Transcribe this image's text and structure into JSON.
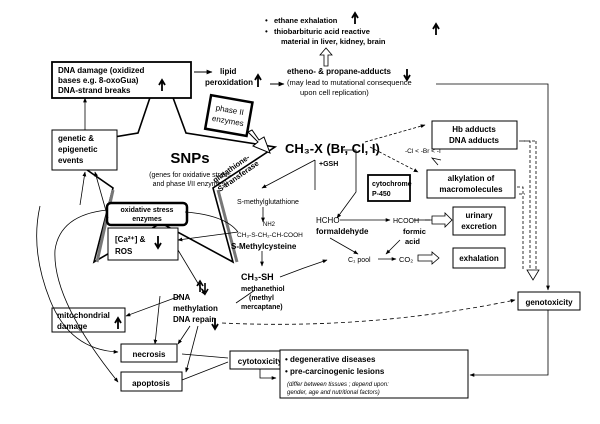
{
  "top_effects": [
    "ethane exhalation",
    "thiobarbituric acid reactive",
    "material in liver, kidney, brain"
  ],
  "dna_damage": [
    "DNA damage (oxidized",
    "bases e.g. 8-oxoGua)",
    "DNA-strand breaks"
  ],
  "lipid_peroxidation": [
    "lipid",
    "peroxidation"
  ],
  "etheno": [
    "etheno- & propane-adducts",
    "(may lead to mutational consequence",
    "upon cell replication)"
  ],
  "phase2": [
    "phase II",
    "enzymes"
  ],
  "glutathione_transferase": [
    "glutathione-",
    "S-transferase"
  ],
  "compound": "CH₃-X (Br, Cl, I)",
  "snps_title": "SNPs",
  "snps_sub": [
    "(genes for oxidative stress",
    "and phase I/II enzymes)"
  ],
  "genetic": [
    "genetic &",
    "epigenetic",
    "events"
  ],
  "hb_adducts": [
    "Hb adducts",
    "DNA adducts"
  ],
  "halide_order": "-Cl < -Br < -I",
  "gsh": "+GSH",
  "s_methylglutathione": "S-methylglutathione",
  "nh2": "NH2",
  "chain": "CH₃-S-CH₂-CH-COOH",
  "s_methylcysteine": "S-Methylcysteine",
  "cyp": [
    "cytochrome",
    "P-450"
  ],
  "alkylation": [
    "alkylation of",
    "macromolecules"
  ],
  "oxidative_enzymes": [
    "oxidative stress",
    "enzymes"
  ],
  "ca_ros": [
    "[Ca²⁺] &",
    "ROS"
  ],
  "methanethiol": [
    "CH₃-SH",
    "methanethiol",
    "(methyl",
    "mercaptane)"
  ],
  "hcho": [
    "HCHO",
    "formaldehyde"
  ],
  "hcooh": [
    "HCOOH",
    "formic",
    "acid"
  ],
  "c1_pool": "C₁ pool",
  "co2": "CO₂",
  "urinary": [
    "urinary",
    "excretion"
  ],
  "exhalation": "exhalation",
  "dna_methylation": [
    "DNA",
    "methylation",
    "DNA repair"
  ],
  "mitochondrial": [
    "mitochondrial",
    "damage"
  ],
  "necrosis": "necrosis",
  "apoptosis": "apoptosis",
  "cytotoxicity": "cytotoxicity",
  "genotoxicity": "genotoxicity",
  "outcomes": [
    "• degenerative diseases",
    "• pre-carcinogenic lesions",
    "(differ between tissues ; depend  upon:",
    "gender, age and nutritional factors)"
  ]
}
